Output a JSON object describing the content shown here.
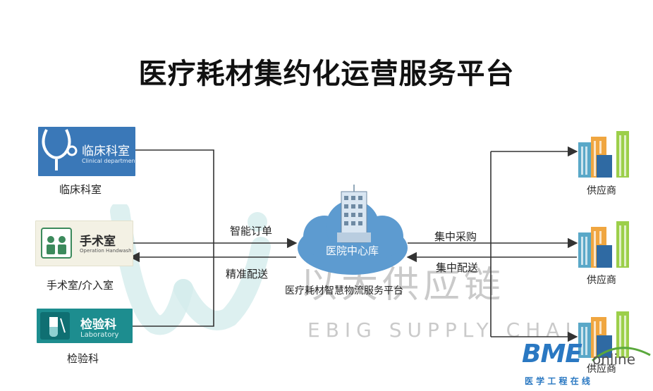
{
  "title": "医疗耗材集约化运营服务平台",
  "departments": {
    "clinic": {
      "box_text": "临床科室",
      "box_subtext": "Clinical department",
      "caption": "临床科室"
    },
    "surgery": {
      "box_text": "手术室",
      "box_subtext": "Operation Handwash",
      "caption": "手术室/介入室"
    },
    "lab": {
      "box_text": "检验科",
      "box_subtext": "Laboratory",
      "caption": "检验科"
    }
  },
  "flows": {
    "order": "智能订单",
    "delivery": "精准配送",
    "purchase": "集中采购",
    "distribution": "集中配送"
  },
  "center": {
    "cloud_label": "医院中心库",
    "platform_label": "医疗耗材智慧物流服务平台"
  },
  "suppliers": [
    "供应商",
    "供应商",
    "供应商"
  ],
  "watermark": {
    "cn": "以大供应链",
    "en": "EBIG SUPPLY CHAIN"
  },
  "logo": {
    "main": "BME",
    "suffix": "online",
    "tagline": "医 学 工 程 在 线"
  },
  "colors": {
    "cloud": "#5d9bd0",
    "clinic_box": "#3a78b8",
    "lab_box": "#1d8d8f",
    "line": "#333333",
    "watermark": "#b9b9b9",
    "logo_blue": "#2a78c2",
    "logo_green": "#5aa83c"
  }
}
